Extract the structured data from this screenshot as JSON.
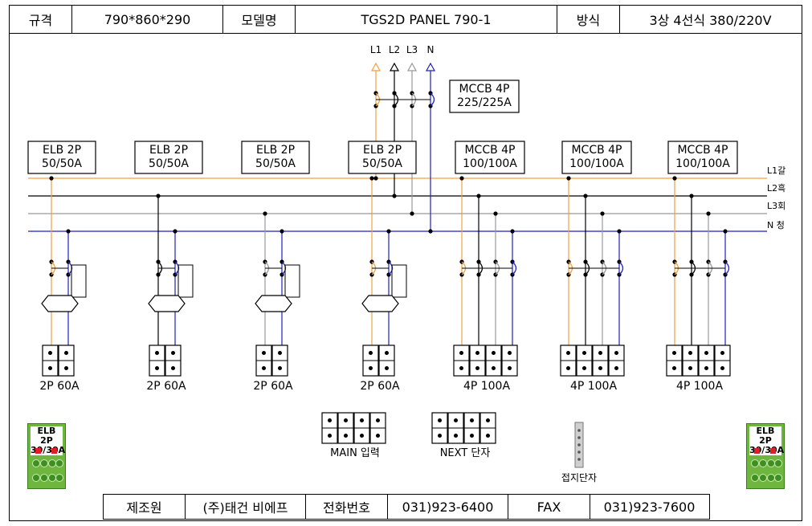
{
  "header": {
    "spec_label": "규격",
    "spec_value": "790*860*290",
    "model_label": "모델명",
    "model_value": "TGS2D PANEL 790-1",
    "method_label": "방식",
    "method_value": "3상 4선식 380/220V"
  },
  "footer": {
    "maker_label": "제조원",
    "maker_value": "(주)태건 비에프",
    "phone_label": "전화번호",
    "phone_value": "031)923-6400",
    "fax_label": "FAX",
    "fax_value": "031)923-7600"
  },
  "colors": {
    "L1": "#f0a040",
    "L2": "#000000",
    "L3": "#999999",
    "N": "#2020c0"
  },
  "diagram": {
    "source_labels": [
      "L1",
      "L2",
      "L3",
      "N"
    ],
    "main_breaker": {
      "line1": "MCCB 4P",
      "line2": "225/225A"
    },
    "bus_labels": [
      "L1갈",
      "L2흑",
      "L3회",
      "N 청"
    ],
    "branches": [
      {
        "line1": "ELB 2P",
        "line2": "50/50A",
        "terminal": "2P 60A"
      },
      {
        "line1": "ELB 2P",
        "line2": "50/50A",
        "terminal": "2P 60A"
      },
      {
        "line1": "ELB 2P",
        "line2": "50/50A",
        "terminal": "2P 60A"
      },
      {
        "line1": "ELB 2P",
        "line2": "50/50A",
        "terminal": "2P 60A"
      },
      {
        "line1": "MCCB 4P",
        "line2": "100/100A",
        "terminal": "4P 100A"
      },
      {
        "line1": "MCCB 4P",
        "line2": "100/100A",
        "terminal": "4P 100A"
      },
      {
        "line1": "MCCB 4P",
        "line2": "100/100A",
        "terminal": "4P 100A"
      }
    ],
    "main_input_label": "MAIN 입력",
    "next_terminal_label": "NEXT 단자",
    "ground_label": "접지단자",
    "elb_badge": {
      "line1": "ELB 2P",
      "line2": "30/30A"
    }
  }
}
